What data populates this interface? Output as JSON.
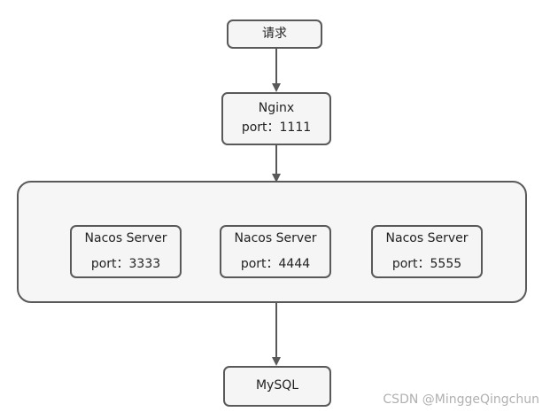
{
  "nodes": {
    "request": {
      "label": "请求"
    },
    "nginx": {
      "name": "Nginx",
      "port": "port：1111"
    },
    "servers": [
      {
        "name": "Nacos Server",
        "port": "port：3333"
      },
      {
        "name": "Nacos Server",
        "port": "port：4444"
      },
      {
        "name": "Nacos Server",
        "port": "port：5555"
      }
    ],
    "mysql": {
      "label": "MySQL"
    }
  },
  "colors": {
    "stroke": "#595959",
    "fill": "#f5f5f5"
  },
  "watermark": "CSDN @MinggeQingchun"
}
